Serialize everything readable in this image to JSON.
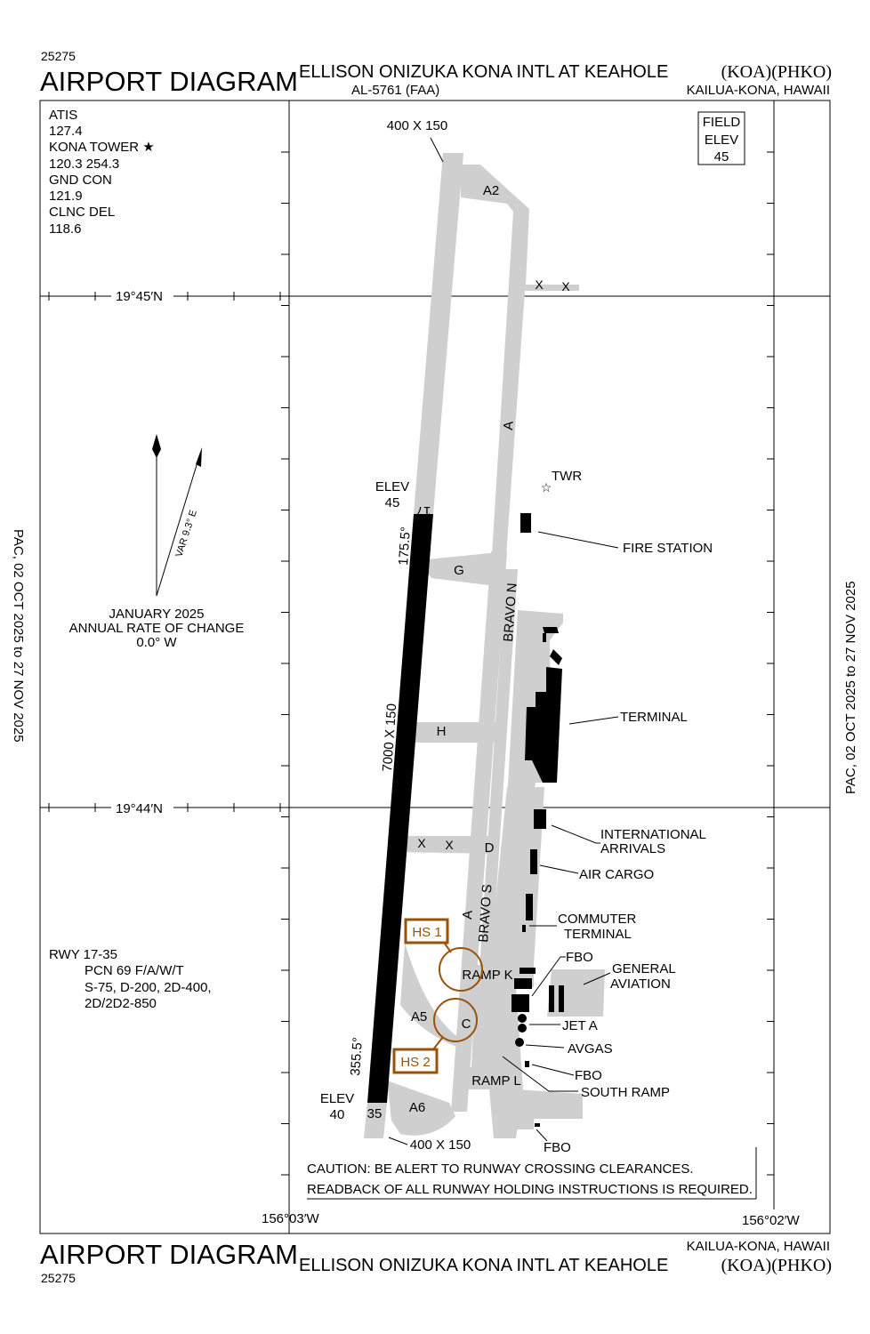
{
  "header": {
    "chart_number": "25275",
    "title": "AIRPORT DIAGRAM",
    "airport_name": "ELLISON ONIZUKA KONA INTL AT KEAHOLE",
    "ids": "(KOA)(PHKO)",
    "procedure_id": "AL-5761 (FAA)",
    "city": "KAILUA-KONA, HAWAII"
  },
  "side_margins": {
    "left": "PAC, 02 OCT 2025 to 27 NOV 2025",
    "right": "PAC, 02 OCT 2025 to 27 NOV 2025"
  },
  "comms": [
    "ATIS",
    "127.4",
    "KONA TOWER ★",
    "120.3  254.3",
    "GND CON",
    "121.9",
    "CLNC DEL",
    "118.6"
  ],
  "field_elev": {
    "line1": "FIELD",
    "line2": "ELEV",
    "value": "45"
  },
  "coords": {
    "lat_north": "19°45′N",
    "lat_south": "19°44′N",
    "lon_west": "156°03′W",
    "lon_east": "156°02′W"
  },
  "magvar": {
    "var": "VAR 9.3° E",
    "date": "JANUARY 2025",
    "rate_label": "ANNUAL RATE OF CHANGE",
    "rate": "0.0° W"
  },
  "runway": {
    "dims": "7000 X 150",
    "north_ext": "400 X 150",
    "south_ext": "400 X 150",
    "end17": "17",
    "end35": "35",
    "hdg17": "175.5°",
    "hdg35": "355.5°",
    "elev17_label": "ELEV",
    "elev17": "45",
    "elev35_label": "ELEV",
    "elev35": "40"
  },
  "taxiways": {
    "a2": "A2",
    "a": "A",
    "a_south": "A",
    "g": "G",
    "h": "H",
    "d": "D",
    "c": "C",
    "a5": "A5",
    "a6": "A6",
    "bravo_n": "BRAVO N",
    "bravo_s": "BRAVO S",
    "x": "X",
    "ramp_k": "RAMP K",
    "ramp_l": "RAMP L"
  },
  "hot_spots": [
    "HS 1",
    "HS 2"
  ],
  "facilities": {
    "twr": "TWR",
    "fire_station": "FIRE STATION",
    "terminal": "TERMINAL",
    "intl1": "INTERNATIONAL",
    "intl2": "ARRIVALS",
    "air_cargo": "AIR CARGO",
    "commuter1": "COMMUTER",
    "commuter2": "TERMINAL",
    "fbo": "FBO",
    "ga1": "GENERAL",
    "ga2": "AVIATION",
    "jet_a": "JET A",
    "avgas": "AVGAS",
    "south_ramp": "SOUTH RAMP"
  },
  "rwy_info": [
    "RWY 17-35",
    "PCN 69 F/A/W/T",
    "S-75, D-200, 2D-400,",
    "2D/2D2-850"
  ],
  "caution": [
    "CAUTION: BE ALERT TO RUNWAY CROSSING CLEARANCES.",
    "READBACK OF ALL RUNWAY HOLDING INSTRUCTIONS IS REQUIRED."
  ],
  "colors": {
    "pavement": "#cfcfcf",
    "hot_spot": "#9a5208",
    "runway": "#000000"
  }
}
